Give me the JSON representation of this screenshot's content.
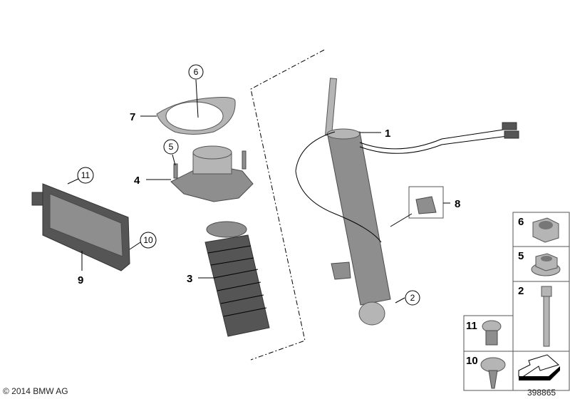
{
  "callouts": {
    "c1": "1",
    "c2": "2",
    "c3": "3",
    "c4": "4",
    "c5": "5",
    "c6": "6",
    "c7": "7",
    "c8": "8",
    "c9": "9",
    "c10": "10",
    "c11": "11"
  },
  "parts_panel": {
    "p6": "6",
    "p5": "5",
    "p2": "2",
    "p11": "11",
    "p10": "10"
  },
  "footer": {
    "copyright": "© 2014 BMW AG",
    "image_number": "398865"
  },
  "colors": {
    "part": "#8e8e8e",
    "dark_part": "#555555",
    "lines": "#000000"
  }
}
